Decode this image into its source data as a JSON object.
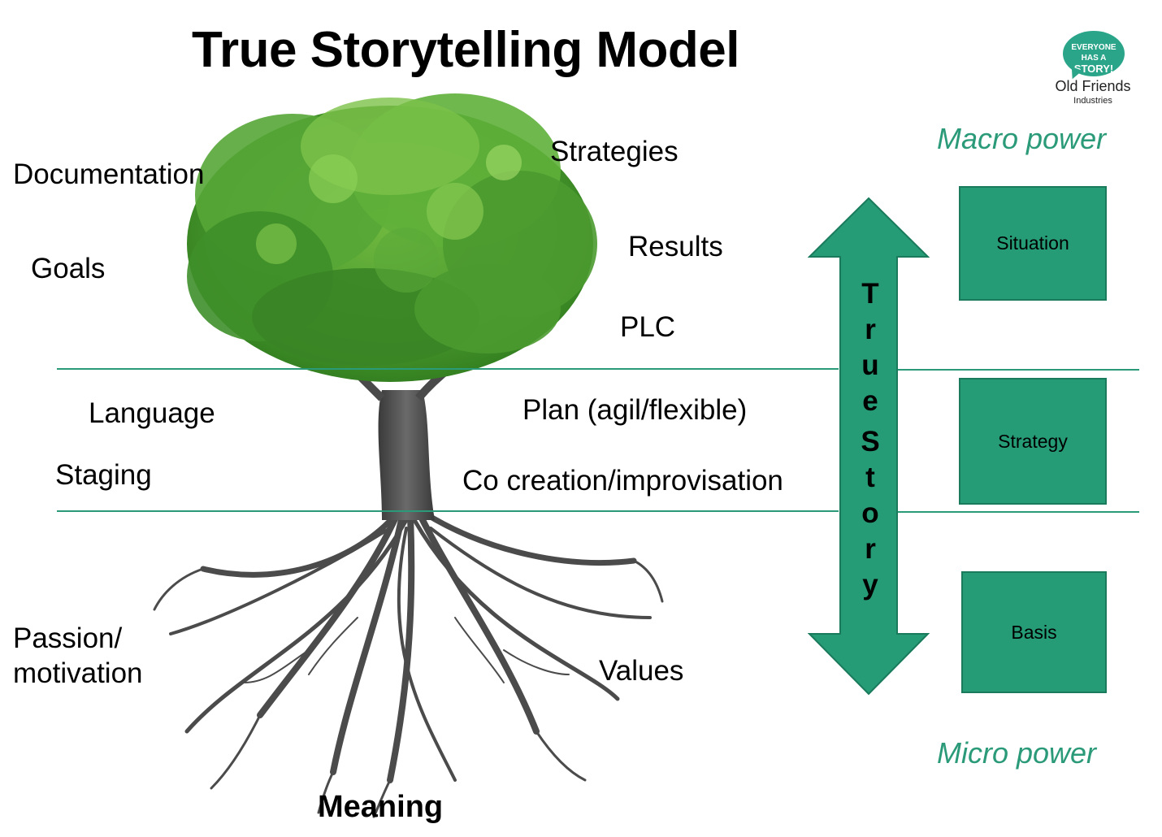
{
  "title": "True Storytelling Model",
  "logo": {
    "bubble_line1": "EVERYONE HAS A",
    "bubble_line2": "STORY!",
    "name": "Old Friends",
    "sub": "Industries"
  },
  "labels": {
    "documentation": "Documentation",
    "goals": "Goals",
    "strategies": "Strategies",
    "results": "Results",
    "plc": "PLC",
    "language": "Language",
    "plan": "Plan (agil/flexible)",
    "staging": "Staging",
    "cocreation": "Co creation/improvisation",
    "passion": "Passion/",
    "motivation": "motivation",
    "values": "Values",
    "meaning": "Meaning"
  },
  "power": {
    "macro": "Macro power",
    "micro": "Micro power"
  },
  "arrow": {
    "letters": [
      "T",
      "r",
      "u",
      "e",
      "",
      "S",
      "t",
      "o",
      "r",
      "y"
    ],
    "color": "#259b76"
  },
  "boxes": {
    "situation": "Situation",
    "strategy": "Strategy",
    "basis": "Basis",
    "color": "#259b76"
  },
  "colors": {
    "accent": "#2a9a78",
    "leaf_dark": "#3f8f2a",
    "leaf_light": "#7cc24a",
    "trunk": "#4a4a4a"
  }
}
